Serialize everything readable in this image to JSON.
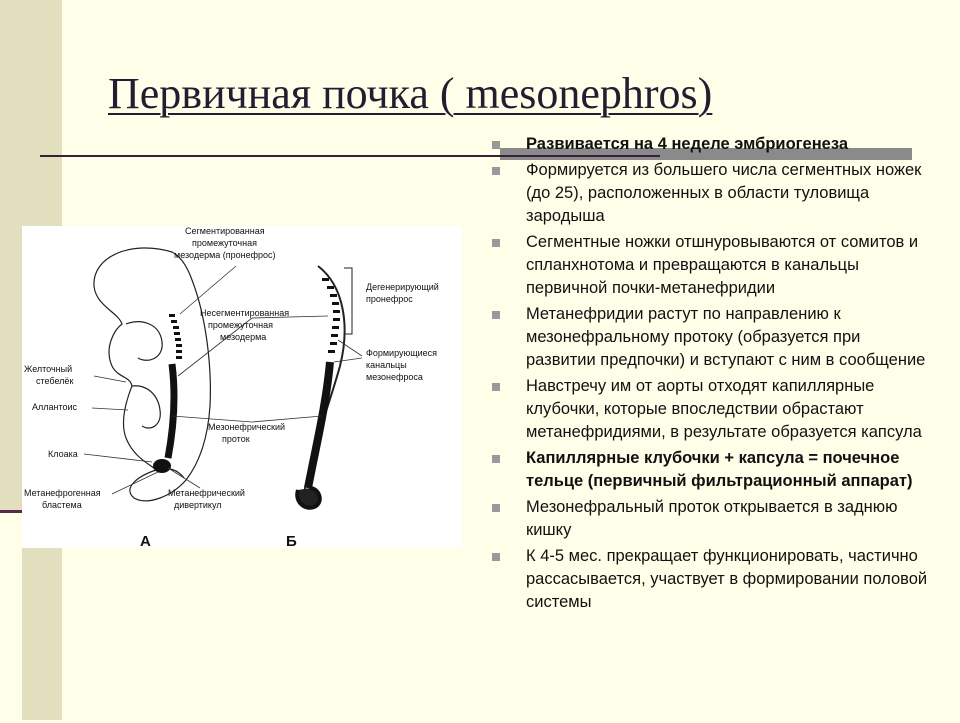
{
  "slide": {
    "title": "Первичная почка ( mesonephros)"
  },
  "bullets": [
    {
      "text": "Развивается на 4 неделе эмбриогенеза",
      "bold": true
    },
    {
      "text": "Формируется из большего числа сегментных ножек (до 25), расположенных в области туловища зародыша",
      "bold": false
    },
    {
      "text": "Сегментные ножки отшнуровываются от сомитов и спланхнотома и превращаются в канальцы первичной почки-метанефридии",
      "bold": false
    },
    {
      "text": "Метанефридии растут по направлению к мезонефральному протоку (образуется при развитии предпочки) и вступают с ним в сообщение",
      "bold": false
    },
    {
      "text": "Навстречу им от аорты отходят капиллярные клубочки, которые впоследствии обрастают метанефридиями, в результате образуется капсула",
      "bold": false
    },
    {
      "text": "Капиллярные клубочки + капсула = почечное тельце (первичный фильтрационный аппарат)",
      "bold": true
    },
    {
      "text": "Мезонефральный проток открывается в заднюю кишку",
      "bold": false
    },
    {
      "text": "К 4-5 мес. прекращает функционировать, частично рассасывается, участвует в формировании половой системы",
      "bold": false
    }
  ],
  "figure": {
    "labels": {
      "segmented_1": "Сегментированная",
      "segmented_2": "промежуточная",
      "segmented_3": "мезодерма (пронефрос)",
      "nonseg_1": "Несегментированная",
      "nonseg_2": "промежуточная",
      "nonseg_3": "мезодерма",
      "degenerating_1": "Дегенерирующий",
      "degenerating_2": "пронефрос",
      "forming_1": "Формирующиеся",
      "forming_2": "канальцы",
      "forming_3": "мезонефроса",
      "yolk_1": "Желточный",
      "yolk_2": "стебелёк",
      "allantois": "Аллантоис",
      "duct_1": "Мезонефрический",
      "duct_2": "проток",
      "cloaca": "Клоака",
      "blastema_1": "Метанефрогенная",
      "blastema_2": "бластема",
      "diverticulum_1": "Метанефрический",
      "diverticulum_2": "дивертикул",
      "panel_a": "А",
      "panel_b": "Б"
    }
  }
}
